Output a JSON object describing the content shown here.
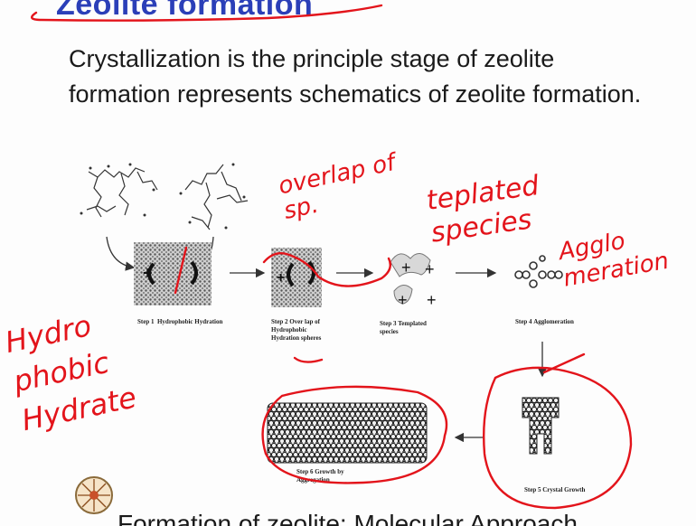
{
  "slide": {
    "title": "Zeolite formation",
    "paragraph": "Crystallization is the principle stage of zeolite formation represents schematics of zeolite formation.",
    "footer_title": "Formation of zeolite: Molecular Approach"
  },
  "diagram": {
    "step1": {
      "label": "Step 1",
      "caption": "Hydrophobic Hydration"
    },
    "step2": {
      "label": "Step 2",
      "caption": "Over lap of Hydrophobic Hydration spheres"
    },
    "step3": {
      "label": "Step 3",
      "caption": "Templated species"
    },
    "step4": {
      "label": "Step 4",
      "caption": "Agglomeration"
    },
    "step5": {
      "label": "Step 5",
      "caption": "Crystal Growth"
    },
    "step6": {
      "label": "Step 6",
      "caption": "Growth by Aggregation"
    }
  },
  "annotations": {
    "overlap": "overlap of sp.",
    "templated": "teplated species",
    "agglomeration": "Agglo meration",
    "hydrophobic": "Hydro phobic Hydrate"
  },
  "colors": {
    "title": "#2b3fb8",
    "ink": "#e3141b",
    "text": "#1a1a1a"
  }
}
